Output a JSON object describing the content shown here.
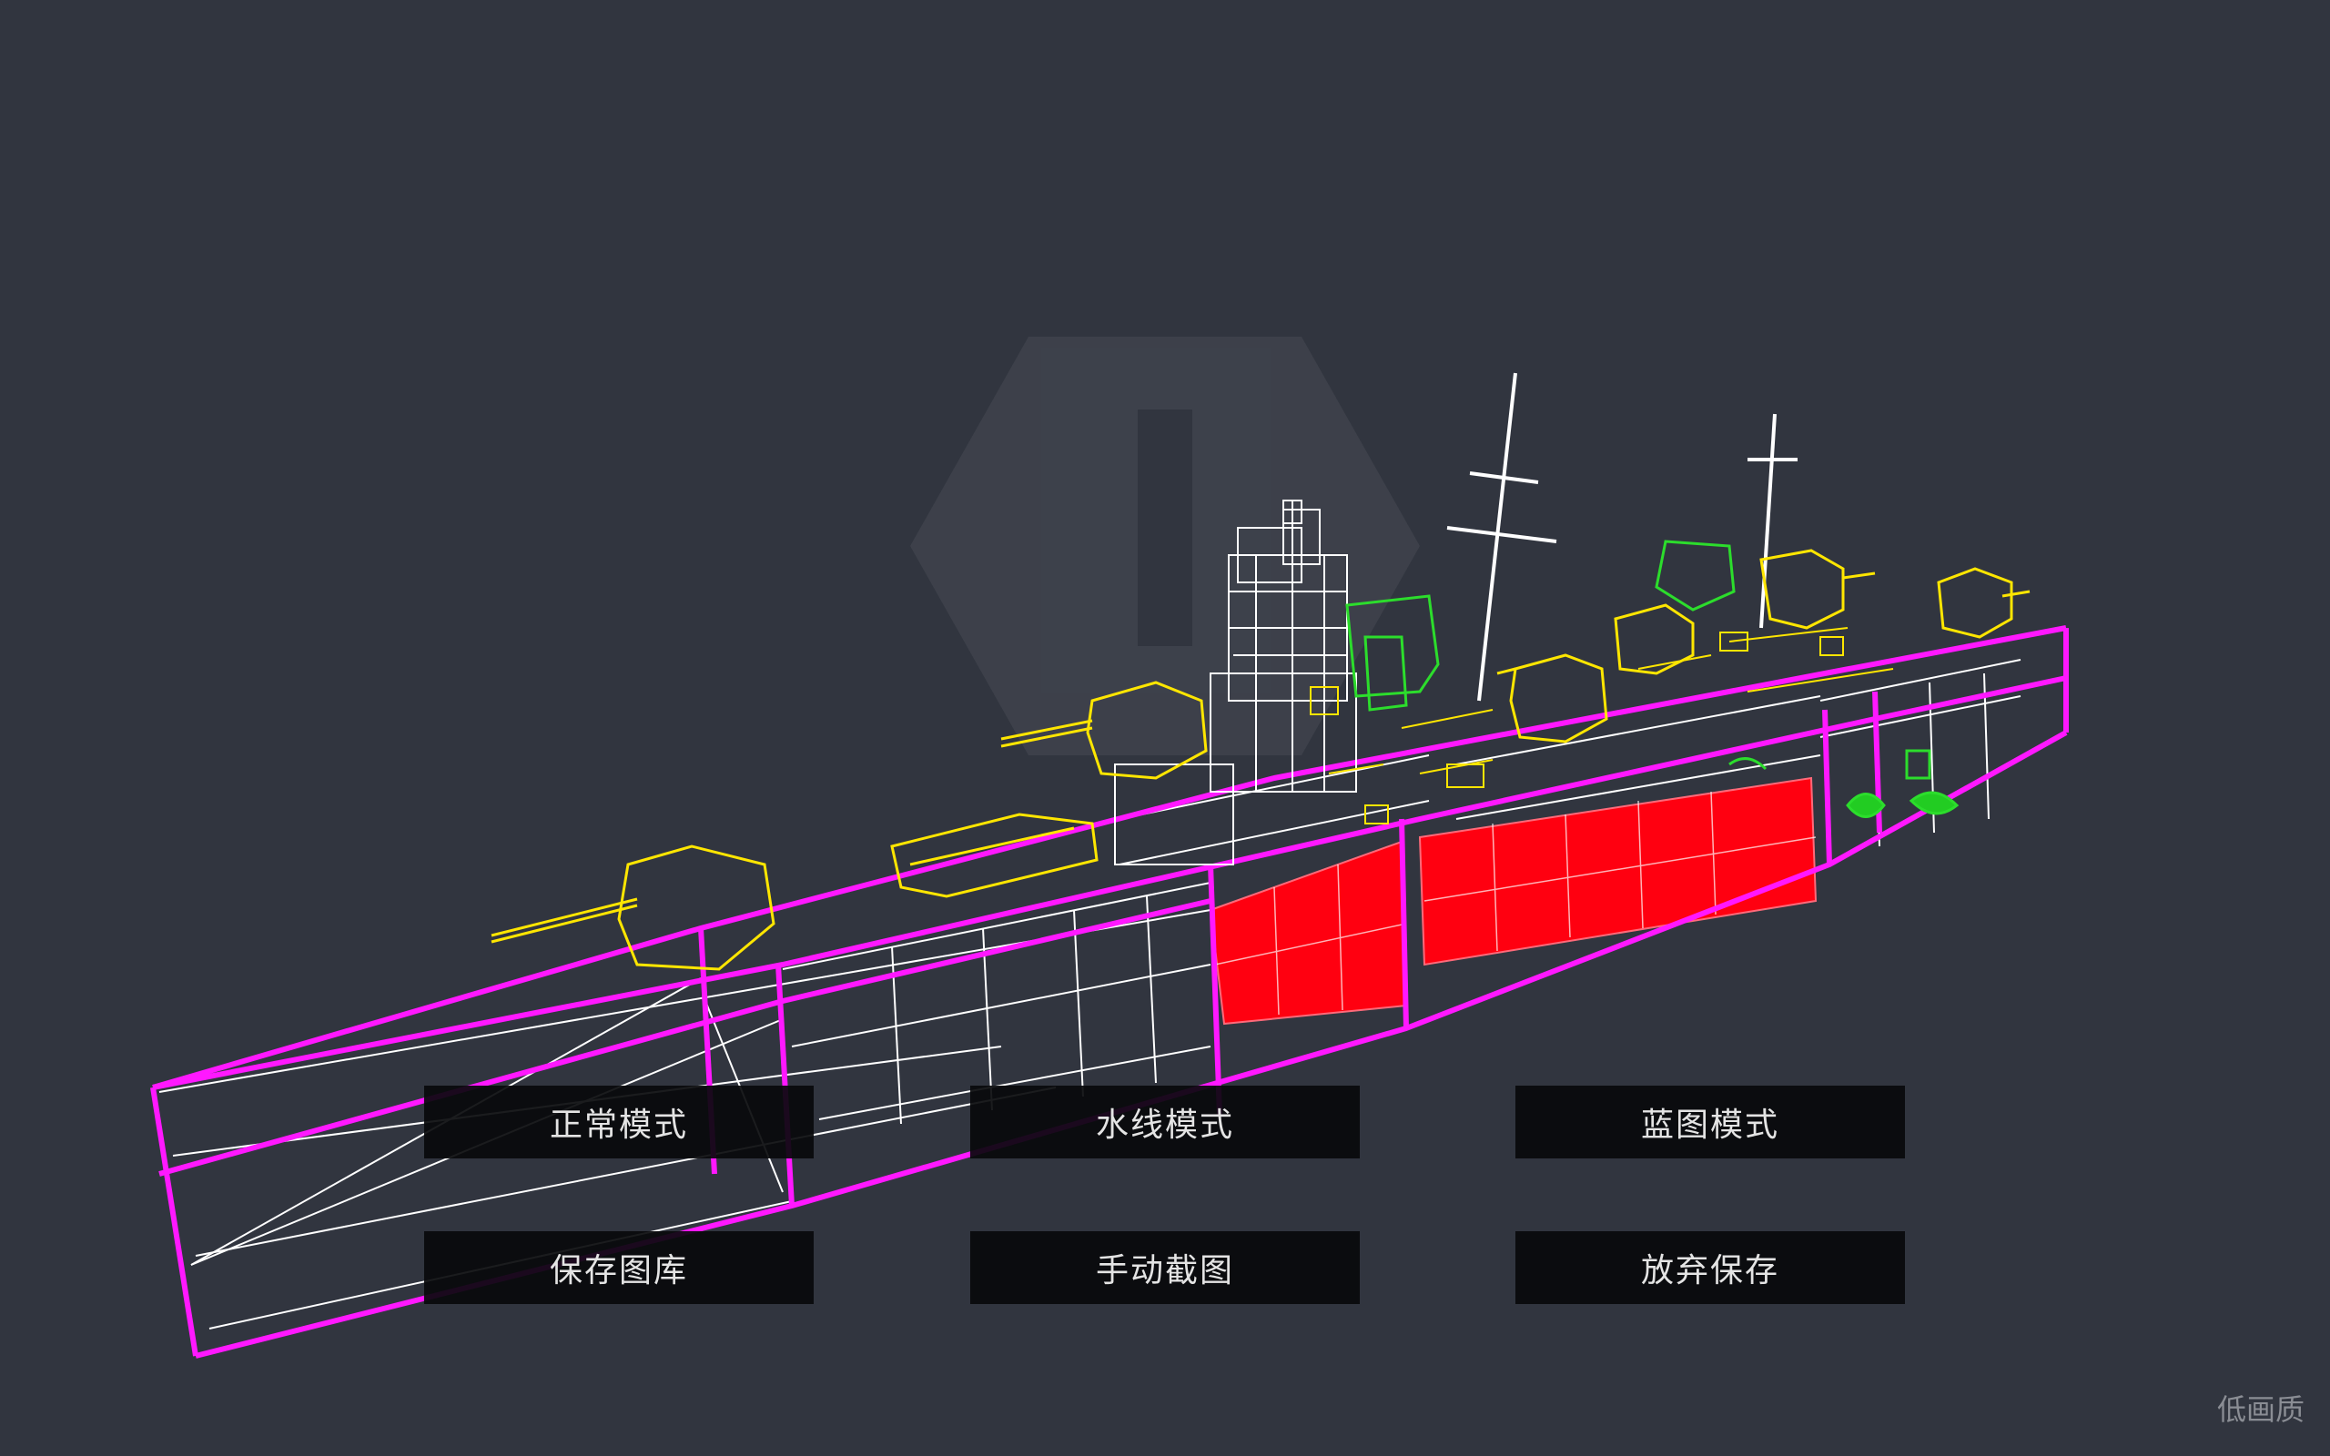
{
  "viewer": {
    "model_description_icon": "warship-wireframe-icon",
    "watermark_icon": "lighthouse-watermark-icon",
    "colors": {
      "background": "#31353f",
      "hull": "#ff18ff",
      "weapons": "#ffe600",
      "structure": "#ffffff",
      "modules": "#ff0000",
      "engines": "#22dd22"
    }
  },
  "buttons": {
    "normal_mode": "正常模式",
    "waterline_mode": "水线模式",
    "blueprint_mode": "蓝图模式",
    "save_gallery": "保存图库",
    "manual_screenshot": "手动截图",
    "discard_save": "放弃保存"
  },
  "quality_toggle": "低画质"
}
